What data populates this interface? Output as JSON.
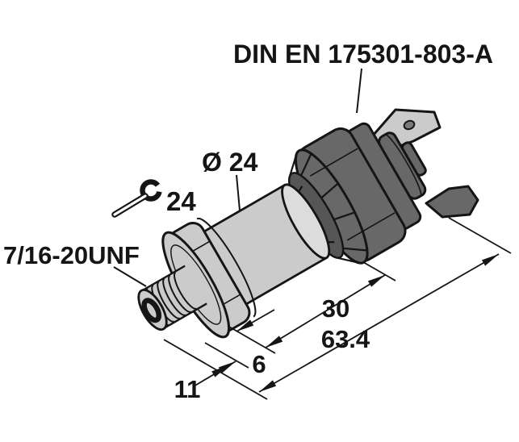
{
  "drawing": {
    "connector_standard": "DIN EN 175301-803-A",
    "diameter_label": "Ø 24",
    "wrench_size": "24",
    "thread_label": "7/16-20UNF",
    "dimensions": {
      "cylinder_length": "30",
      "overall_length": "63.4",
      "collar_width": "6",
      "thread_length": "11"
    },
    "icons": {
      "wrench": "wrench-icon"
    },
    "colors": {
      "body": "#cbcbcb",
      "body_end": "#dcdcdc",
      "connector": "#686868",
      "connector_recess": "#565656",
      "outline": "#151515",
      "background": "#ffffff"
    }
  }
}
